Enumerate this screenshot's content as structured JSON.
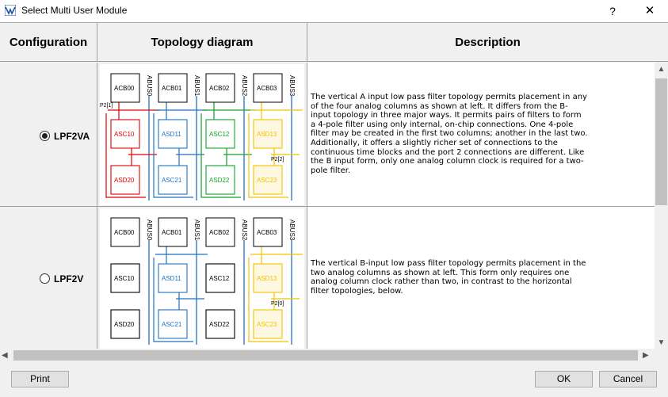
{
  "window": {
    "title": "Select Multi User Module",
    "help": "?",
    "close": "✕"
  },
  "headers": {
    "configuration": "Configuration",
    "topology": "Topology diagram",
    "description": "Description"
  },
  "rows": [
    {
      "label": "LPF2VA",
      "selected": true,
      "description": "The vertical A input low pass filter topology permits placement in any of the four analog columns as shown at left. It differs from the B-input topology in three major ways. It permits pairs of filters to form a 4-pole filter using only internal, on-chip connections. One 4-pole filter may be created in the first two columns; another in the last two. Additionally, it offers a slightly richer set of connections to the continuous time blocks and the port 2 connections are different. Like the B input form, only one analog column clock is required for a two-pole filter.",
      "diagram": {
        "acb": [
          "ACB00",
          "ACB01",
          "ACB02",
          "ACB03"
        ],
        "abus": [
          "ABUS0",
          "ABUS1",
          "ABUS2",
          "ABUS3"
        ],
        "row1": [
          "ASC10",
          "ASD11",
          "ASC12",
          "ASD13"
        ],
        "row2": [
          "ASD20",
          "ASC21",
          "ASD22",
          "ASC23"
        ],
        "port_left": "P2[1]",
        "port_right": "P2[2]",
        "colors": [
          "#e00000",
          "#1f72c4",
          "#12a12a",
          "#f2c200"
        ]
      }
    },
    {
      "label": "LPF2V",
      "selected": false,
      "description": "The vertical B-input low pass filter topology permits placement in the two analog columns as shown at left. This form only requires one analog column clock rather than two, in contrast to the horizontal filter topologies, below.",
      "diagram": {
        "acb": [
          "ACB00",
          "ACB01",
          "ACB02",
          "ACB03"
        ],
        "abus": [
          "ABUS0",
          "ABUS1",
          "ABUS2",
          "ABUS3"
        ],
        "row1": [
          "ASC10",
          "ASD11",
          "ASC12",
          "ASD13"
        ],
        "row2": [
          "ASD20",
          "ASC21",
          "ASD22",
          "ASC23"
        ],
        "port_right": "P2[0]",
        "colors": [
          "#000000",
          "#1f72c4",
          "#000000",
          "#f2c200"
        ]
      }
    }
  ],
  "buttons": {
    "print": "Print",
    "ok": "OK",
    "cancel": "Cancel"
  },
  "scrollbars": {
    "up": "▲",
    "down": "▼",
    "left": "◀",
    "right": "▶"
  }
}
